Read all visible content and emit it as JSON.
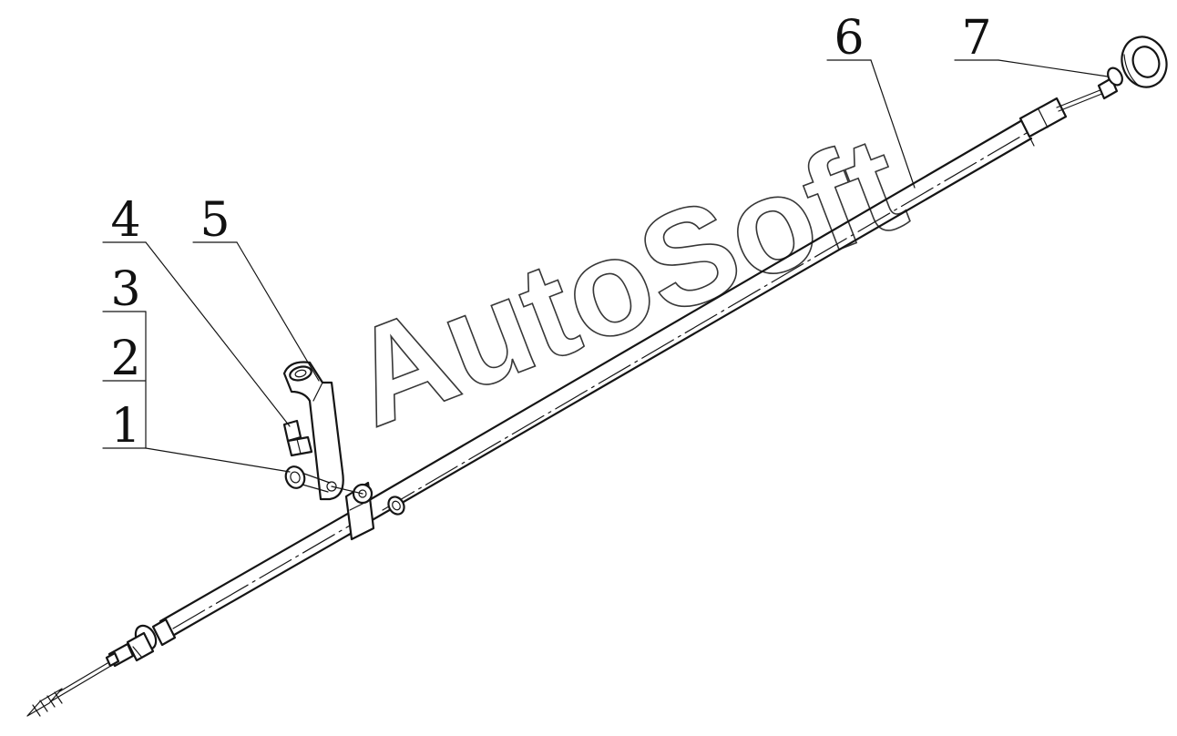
{
  "diagram": {
    "callouts": [
      {
        "id": "c1",
        "label": "1"
      },
      {
        "id": "c2",
        "label": "2"
      },
      {
        "id": "c3",
        "label": "3"
      },
      {
        "id": "c4",
        "label": "4"
      },
      {
        "id": "c5",
        "label": "5"
      },
      {
        "id": "c6",
        "label": "6"
      },
      {
        "id": "c7",
        "label": "7"
      }
    ],
    "watermark": "AutoSoft"
  }
}
